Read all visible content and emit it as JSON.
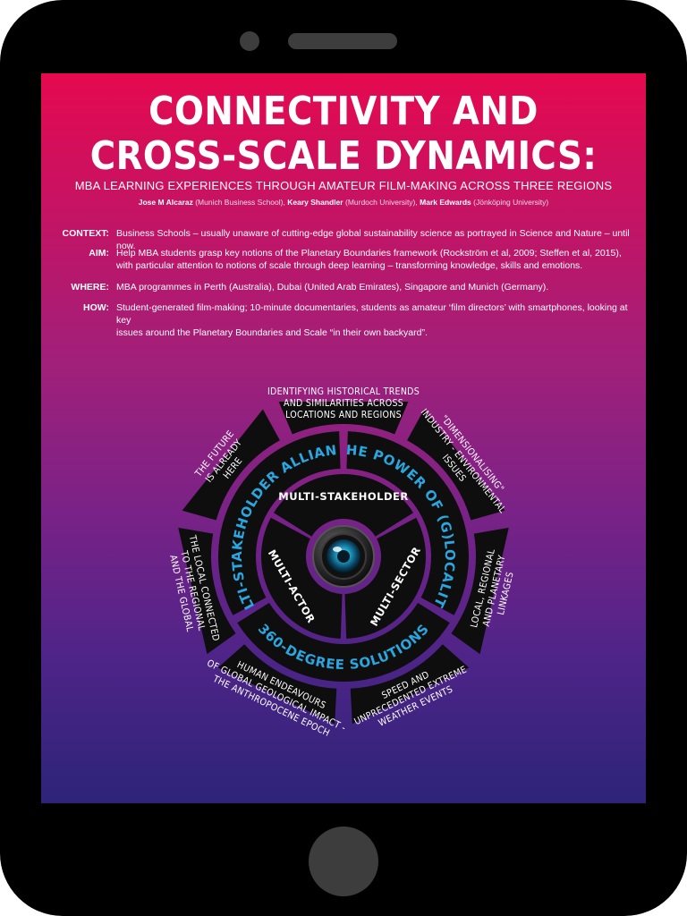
{
  "title_line1": "CONNECTIVITY AND",
  "title_line2": "CROSS-SCALE DYNAMICS:",
  "subtitle": "MBA LEARNING EXPERIENCES THROUGH AMATEUR FILM-MAKING ACROSS THREE REGIONS",
  "authors": [
    {
      "name": "Jose M Alcaraz",
      "affiliation": "(Munich Business School),"
    },
    {
      "name": "Keary Shandler",
      "affiliation": "(Murdoch University),"
    },
    {
      "name": "Mark Edwards",
      "affiliation": "(Jönköping University)"
    }
  ],
  "info": [
    {
      "label": "CONTEXT:",
      "text": "Business Schools – usually unaware of cutting-edge global sustainability science as portrayed in Science and Nature – until now."
    },
    {
      "label": "AIM:",
      "line1": "Help MBA students grasp key notions of the Planetary Boundaries framework (Rockström et al, 2009; Steffen et al, 2015),",
      "line2": "with particular attention to notions of scale through deep learning – transforming knowledge, skills and emotions."
    },
    {
      "label": "WHERE:",
      "text": "MBA programmes in Perth (Australia), Dubai (United Arab Emirates), Singapore and Munich (Germany)."
    },
    {
      "label": "HOW:",
      "line1": "Student-generated film-making; 10-minute documentaries, students as amateur ‘film directors’ with smartphones, looking at key",
      "line2": "issues around the Planetary Boundaries and Scale “in their own backyard”."
    }
  ],
  "outer_segments": [
    {
      "lines": [
        "IDENTIFYING HISTORICAL TRENDS",
        "AND SIMILARITIES ACROSS",
        "LOCATIONS AND REGIONS"
      ]
    },
    {
      "lines": [
        "\"DIMENSIONALISING\"",
        "INDUSTRY - ENVIRONMENTAL",
        "ISSUES"
      ]
    },
    {
      "lines": [
        "LOCAL, REGIONAL",
        "AND PLANETARY",
        "LINKAGES"
      ]
    },
    {
      "lines": [
        "SPEED AND",
        "UNPRECEDENTED EXTREME",
        "WEATHER EVENTS"
      ]
    },
    {
      "lines": [
        "HUMAN ENDEAVOURS",
        "OF GLOBAL GEOLOGICAL IMPACT -",
        "THE ANTHROPOCENE EPOCH"
      ]
    },
    {
      "lines": [
        "THE LOCAL CONNECTED",
        "TO THE REGIONAL",
        "AND THE GLOBAL"
      ]
    },
    {
      "lines": [
        "THE FUTURE",
        "IS ALREADY",
        "HERE"
      ]
    }
  ],
  "middle_ring": [
    "MULTI-STAKEHOLDER ALLIANCES",
    "THE POWER OF (G)LOCALITY",
    "360-DEGREE SOLUTIONS"
  ],
  "inner_ring": [
    "MULTI-STAKEHOLDER",
    "MULTI-SECTOR",
    "MULTI-ACTOR"
  ],
  "colors": {
    "accent_blue": "#2aa7e0",
    "segment": "#0e0e0e",
    "gradient_top": "#e5094f",
    "gradient_bottom": "#2d2478"
  }
}
